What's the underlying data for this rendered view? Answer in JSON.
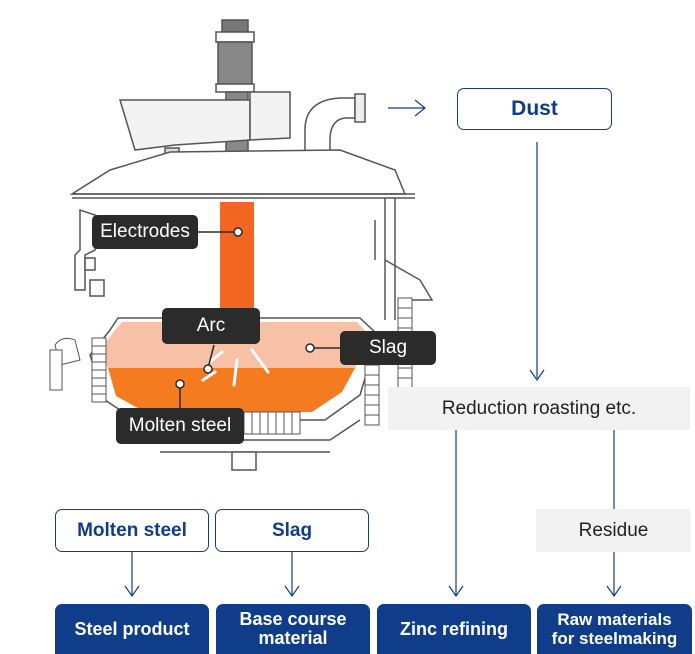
{
  "furnace": {
    "electrodes": "Electrodes",
    "arc": "Arc",
    "slag": "Slag",
    "molten_steel": "Molten steel"
  },
  "process": {
    "dust": "Dust",
    "reduction": "Reduction roasting etc.",
    "residue": "Residue"
  },
  "intermediate": {
    "molten_steel": "Molten steel",
    "slag": "Slag"
  },
  "outputs": {
    "steel_product": "Steel product",
    "base_course": "Base course\nmaterial",
    "zinc_refining": "Zinc refining",
    "raw_materials": "Raw materials\nfor steelmaking"
  },
  "colors": {
    "accent_blue": "#0f3d8a",
    "electrode_orange": "#f26522",
    "slag_pink": "#f7c1a8",
    "molten_orange": "#f47b20",
    "dark_label": "#2b2b2b"
  }
}
